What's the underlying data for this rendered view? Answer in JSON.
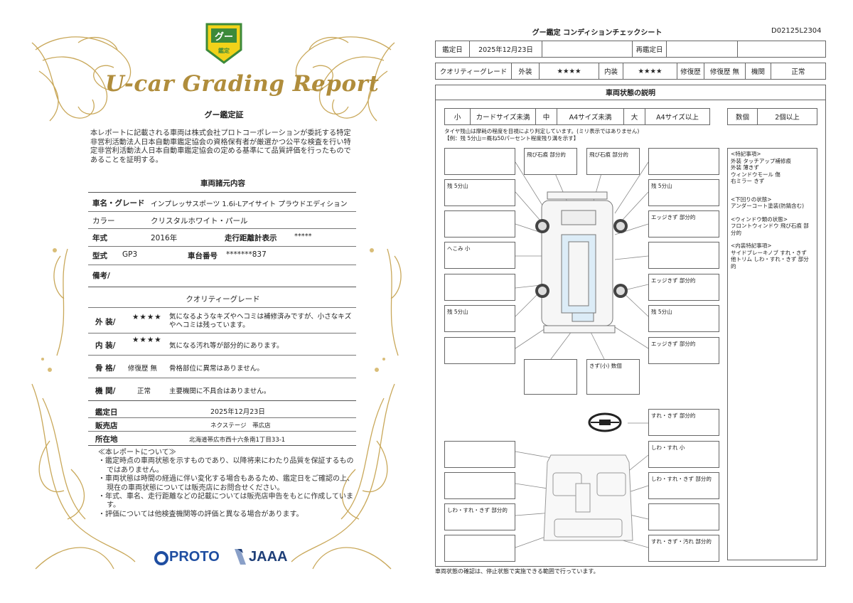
{
  "left": {
    "badge_text": "グー鑑定",
    "script_title": "U-car Grading Report",
    "cert_title": "グー鑑定証",
    "cert_body": "本レポートに記載される車両は株式会社プロトコーポレーションが委託する特定非営利活動法人日本自動車鑑定協会の資格保有者が厳選かつ公平な検査を行い特定非営利活動法人日本自動車鑑定協会の定める基準にて品質評価を行ったものであることを証明する。",
    "spec_title": "車両諸元内容",
    "spec": {
      "name_label": "車名・グレード",
      "name_value": "インプレッサスポーツ 1.6i-Lアイサイト プラウドエディション",
      "color_label": "カラー",
      "color_value": "クリスタルホワイト・パール",
      "year_label": "年式",
      "year_value": "2016年",
      "odo_label": "走行距離計表示",
      "odo_value": "*****",
      "model_label": "型式",
      "model_value": "GP3",
      "chassis_label": "車台番号",
      "chassis_value": "*******837",
      "note_label": "備考/"
    },
    "quality_title": "クオリティーグレード",
    "quality": {
      "ext_label": "外 装/",
      "ext_stars": "★★★★",
      "ext_desc": "気になるようなキズやヘコミは補修済みですが、小さなキズやヘコミは残っています。",
      "int_label": "内 装/",
      "int_stars": "★★★★",
      "int_desc": "気になる汚れ等が部分的にあります。",
      "frame_label": "骨 格/",
      "frame_value": "修復歴 無",
      "frame_desc": "骨格部位に異常はありません。",
      "engine_label": "機 関/",
      "engine_value": "正常",
      "engine_desc": "主要機関に不具合はありません。"
    },
    "info": {
      "date_label": "鑑定日",
      "date_value": "2025年12月23日",
      "dealer_label": "販売店",
      "dealer_value": "ネクステージ　帯広店",
      "address_label": "所在地",
      "address_value": "北海道帯広市西十六条南1丁目33-1"
    },
    "notice_title": "≪本レポートについて≫",
    "notice_items": [
      "・鑑定時点の車両状態を示すものであり、以降将来にわたり品質を保証するものではありません。",
      "・車両状態は時間の経過に伴い変化する場合もあるため、鑑定日をご確認の上、現在の車両状態については販売店にお問合せください。",
      "・年式、車名、走行距離などの記載については販売店申告をもとに作成しています。",
      "・評価については他検査機関等の評価と異なる場合があります。"
    ],
    "logo_proto": "PROTO",
    "logo_jaaa": "JAAA"
  },
  "right": {
    "title": "グー鑑定 コンディションチェックシート",
    "doc_id": "D02125L2304",
    "row1": [
      "鑑定日",
      "2025年12月23日",
      "",
      "再鑑定日",
      "",
      ""
    ],
    "row2": [
      "クオリティーグレード",
      "外装",
      "★★★★",
      "内装",
      "★★★★",
      "修復歴",
      "修復歴 無",
      "機関",
      "正常"
    ],
    "desc_title": "車両状態の説明",
    "size_row": [
      "小",
      "カードサイズ未満",
      "中",
      "A4サイズ未満",
      "大",
      "A4サイズ以上"
    ],
    "count_row": [
      "数個",
      "2個以上"
    ],
    "tire_note_1": "タイヤ残山は摩耗の程度を目視により判定しています。(ミリ表示ではありません)",
    "tire_note_2": "【例：残 5分山＝概ね50パーセント程度残り溝を示す】",
    "boxes": {
      "top_mid_1": "飛び石痕 部分的",
      "top_mid_2": "飛び石痕 部分的",
      "l2": "残 5分山",
      "l4": "へこみ 小",
      "l6": "残 5分山",
      "r2": "残 5分山",
      "r3": "エッジきず 部分的",
      "r5": "エッジきず 部分的",
      "r6": "残 5分山",
      "r7": "エッジきず 部分的",
      "bottom_mid": "きず(小) 数個",
      "int_r1": "すれ・きず 部分的",
      "int_r2": "しわ・すれ 小",
      "int_r3": "しわ・すれ・きず 部分的",
      "int_r5": "すれ・きず・汚れ 部分的",
      "int_l3": "しわ・すれ・きず 部分的"
    },
    "side_groups": [
      [
        "<特記事項>",
        "外装 タッチアップ補修痕",
        "外装 薄きず",
        "ウィンドウモール 傷",
        "右ミラー きず"
      ],
      [
        "<下回りの状態>",
        "アンダーコート塗装(防錆含む)"
      ],
      [
        "<ウィンドウ類の状態>",
        "フロントウィンドウ 飛び石痕 部分的"
      ],
      [
        "<内装特記事項>",
        "サイドブレーキノブ すれ・きず",
        "他トリム しわ・すれ・きず 部分的"
      ]
    ],
    "footer": "車両状態の確認は、停止状態で実施できる範囲で行っています。"
  },
  "colors": {
    "gold": "#b08d3c",
    "badge_green": "#3d8a3a",
    "badge_yellow": "#f1d21a",
    "proto_blue": "#1f4ea1"
  }
}
